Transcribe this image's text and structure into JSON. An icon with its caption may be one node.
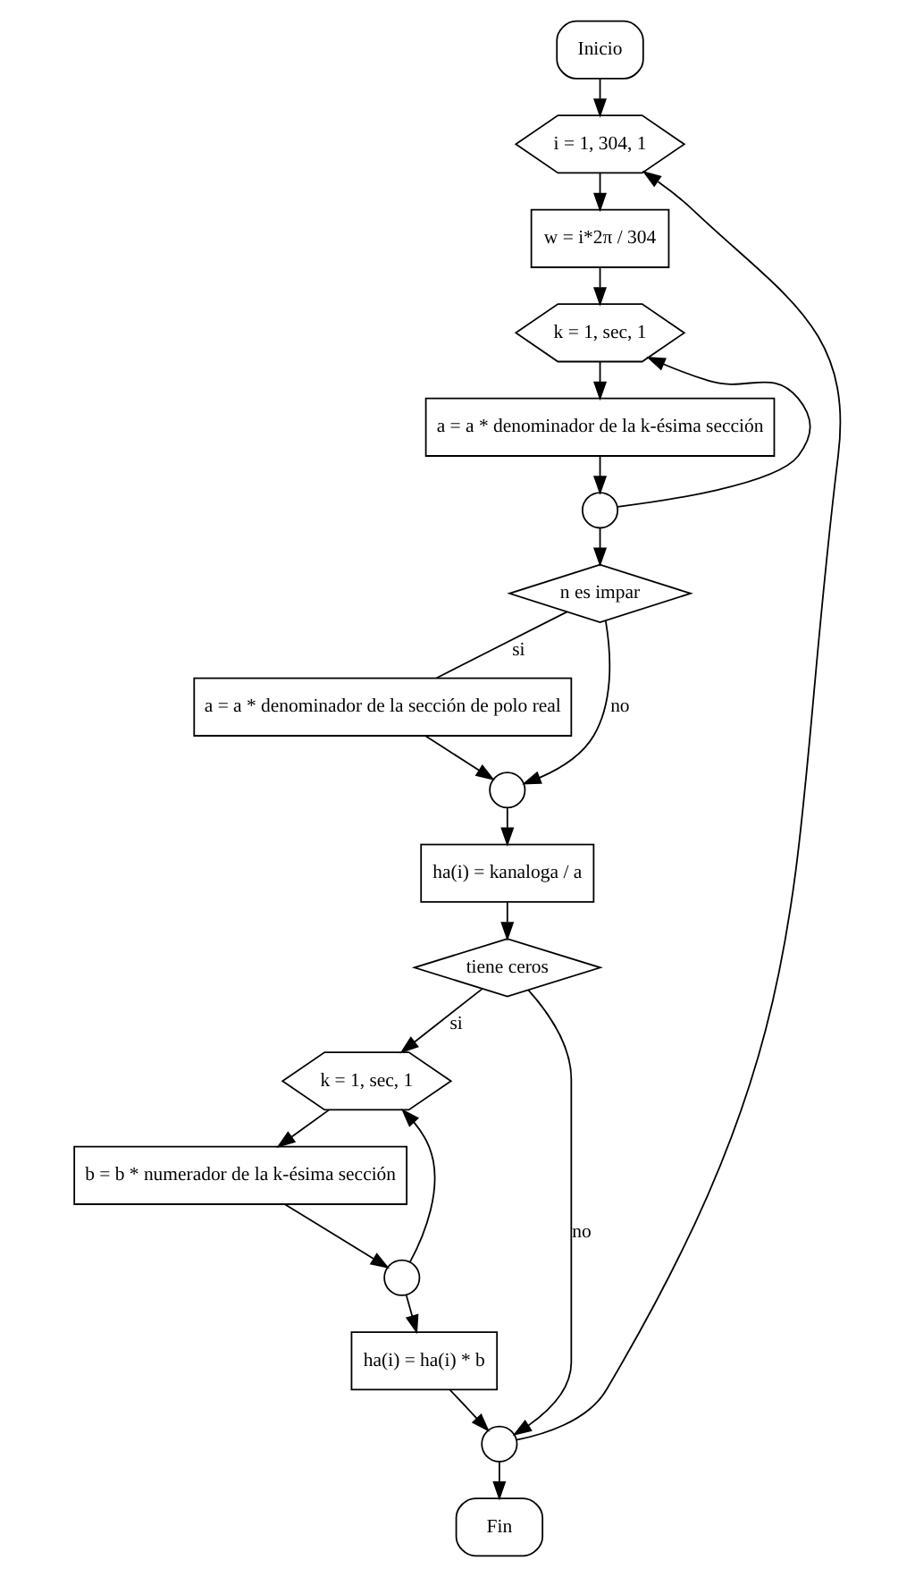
{
  "diagram": {
    "nodes": [
      {
        "text": [
          "Inicio"
        ]
      },
      {
        "text": [
          "i = 1, 304, 1"
        ]
      },
      {
        "text": [
          "w = i*2π / 304"
        ]
      },
      {
        "text": [
          "k = 1, sec, 1"
        ]
      },
      {
        "text": [
          "a = a * denominador de la k-ésima sección"
        ]
      },
      {
        "text": [],
        "shape": "circle"
      },
      {
        "text": [
          "n es impar"
        ]
      },
      {
        "text": [
          "a = a * denominador de la sección de polo real"
        ]
      },
      {
        "text": [],
        "shape": "circle"
      },
      {
        "text": [
          "ha(i) = kanaloga / a"
        ]
      },
      {
        "text": [
          "tiene ceros"
        ]
      },
      {
        "text": [
          "k = 1, sec, 1"
        ]
      },
      {
        "text": [
          "b = b * numerador de la k-ésima sección"
        ]
      },
      {
        "text": [],
        "shape": "circle"
      },
      {
        "text": [
          "ha(i) = ha(i) * b"
        ]
      },
      {
        "text": [],
        "shape": "circle"
      },
      {
        "text": [
          "Fin"
        ]
      }
    ],
    "edges": [
      {
        "from": 0,
        "to": 1,
        "arrow": "to"
      },
      {
        "from": 1,
        "to": 2,
        "arrow": "to"
      },
      {
        "from": 2,
        "to": 3,
        "arrow": "to"
      },
      {
        "from": 3,
        "to": 4,
        "arrow": "to"
      },
      {
        "from": 4,
        "to": 5,
        "arrow": "to"
      },
      {
        "from": 5,
        "to": 3,
        "arrow": "to"
      },
      {
        "from": 5,
        "to": 6,
        "arrow": "to"
      },
      {
        "from": 6,
        "to": 7,
        "label": "si",
        "arrow": "none"
      },
      {
        "from": 6,
        "to": 8,
        "label": "no",
        "arrow": "to"
      },
      {
        "from": 7,
        "to": 8,
        "arrow": "to"
      },
      {
        "from": 8,
        "to": 9,
        "arrow": "to"
      },
      {
        "from": 9,
        "to": 10,
        "arrow": "to"
      },
      {
        "from": 10,
        "to": 11,
        "label": "si",
        "arrow": "to"
      },
      {
        "from": 10,
        "to": 15,
        "label": "no",
        "arrow": "to"
      },
      {
        "from": 11,
        "to": 12,
        "arrow": "to"
      },
      {
        "from": 12,
        "to": 13,
        "arrow": "to"
      },
      {
        "from": 13,
        "to": 11,
        "arrow": "to"
      },
      {
        "from": 13,
        "to": 14,
        "arrow": "to"
      },
      {
        "from": 14,
        "to": 15,
        "arrow": "to"
      },
      {
        "from": 15,
        "to": 1,
        "arrow": "to"
      },
      {
        "from": 15,
        "to": 16,
        "arrow": "to"
      }
    ]
  }
}
